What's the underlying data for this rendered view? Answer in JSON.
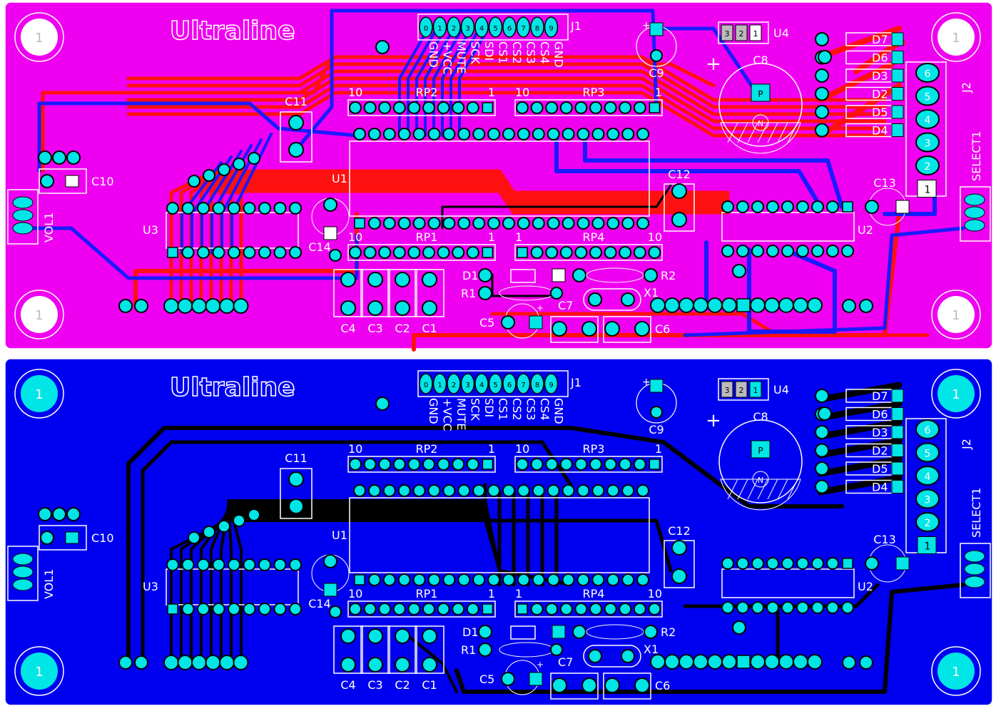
{
  "colors": {
    "top_board": "#f000f0",
    "bottom_board": "#0000f0",
    "pad": "#00e5e5",
    "trace_red": "#ff1010",
    "trace_blue": "#1a1aff",
    "trace_black": "#000000",
    "silk": "#ffffff"
  },
  "board_title": "Ultraline",
  "mount_hole_label": "1",
  "labels": {
    "j1": "J1",
    "j2": "J2",
    "u1": "U1",
    "u2": "U2",
    "u3": "U3",
    "u4": "U4",
    "rp1": "RP1",
    "rp2": "RP2",
    "rp3": "RP3",
    "rp4": "RP4",
    "c1": "C1",
    "c2": "C2",
    "c3": "C3",
    "c4": "C4",
    "c5": "C5",
    "c6": "C6",
    "c7": "C7",
    "c8": "C8",
    "c9": "C9",
    "c10": "C10",
    "c11": "C11",
    "c12": "C12",
    "c13": "C13",
    "c14": "C14",
    "d1": "D1",
    "d2": "D2",
    "d3": "D3",
    "d4": "D4",
    "d5": "D5",
    "d6": "D6",
    "d7": "D7",
    "r1": "R1",
    "r2": "R2",
    "x1": "X1",
    "vol1": "VOL1",
    "select1": "SELECT1",
    "rp_pin10": "10",
    "rp_pin1": "1",
    "u4_pins": [
      "3",
      "2",
      "1"
    ],
    "cap_p": "P",
    "cap_n": "N",
    "plus": "+"
  },
  "j1_pins": [
    "GND",
    "+VCC",
    "MUTE",
    "SCK",
    "SDI",
    "CS1",
    "CS2",
    "CS3",
    "CS4",
    "GND"
  ],
  "j1_pin_numbers": [
    "0",
    "1",
    "2",
    "3",
    "4",
    "5",
    "6",
    "7",
    "8",
    "9"
  ],
  "j2_pins": [
    "6",
    "5",
    "4",
    "3",
    "2",
    "1"
  ]
}
